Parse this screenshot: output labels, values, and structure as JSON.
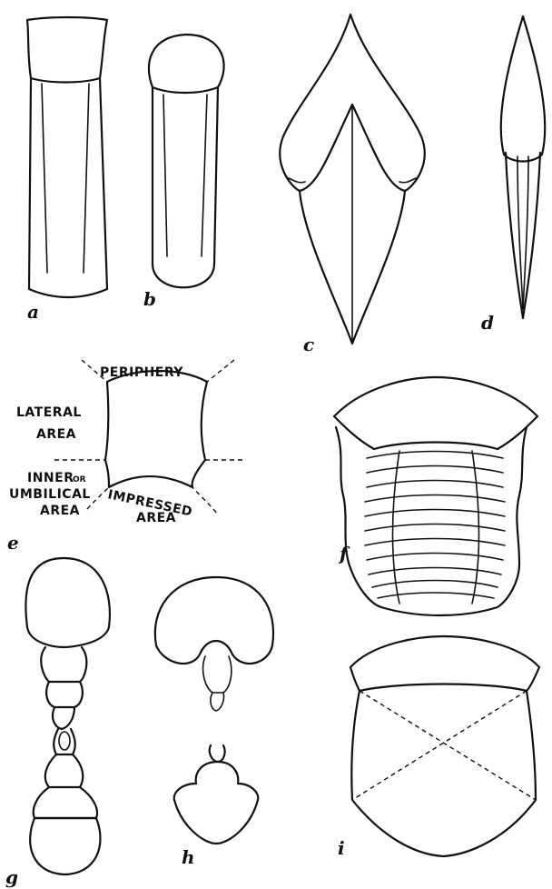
{
  "figures": {
    "a": {
      "letter": "a"
    },
    "b": {
      "letter": "b"
    },
    "c": {
      "letter": "c"
    },
    "d": {
      "letter": "d"
    },
    "e": {
      "letter": "e"
    },
    "f": {
      "letter": "f"
    },
    "g": {
      "letter": "g"
    },
    "h": {
      "letter": "h"
    },
    "i": {
      "letter": "i"
    }
  },
  "areas": {
    "periphery": "PERIPHERY",
    "lateral_line1": "LATERAL",
    "lateral_line2": "AREA",
    "inner_line1": "INNER",
    "inner_or": "OR",
    "inner_line2": "UMBILICAL",
    "inner_line3": "AREA",
    "impressed_line1": "IMPRESSED",
    "impressed_line2": "AREA"
  }
}
